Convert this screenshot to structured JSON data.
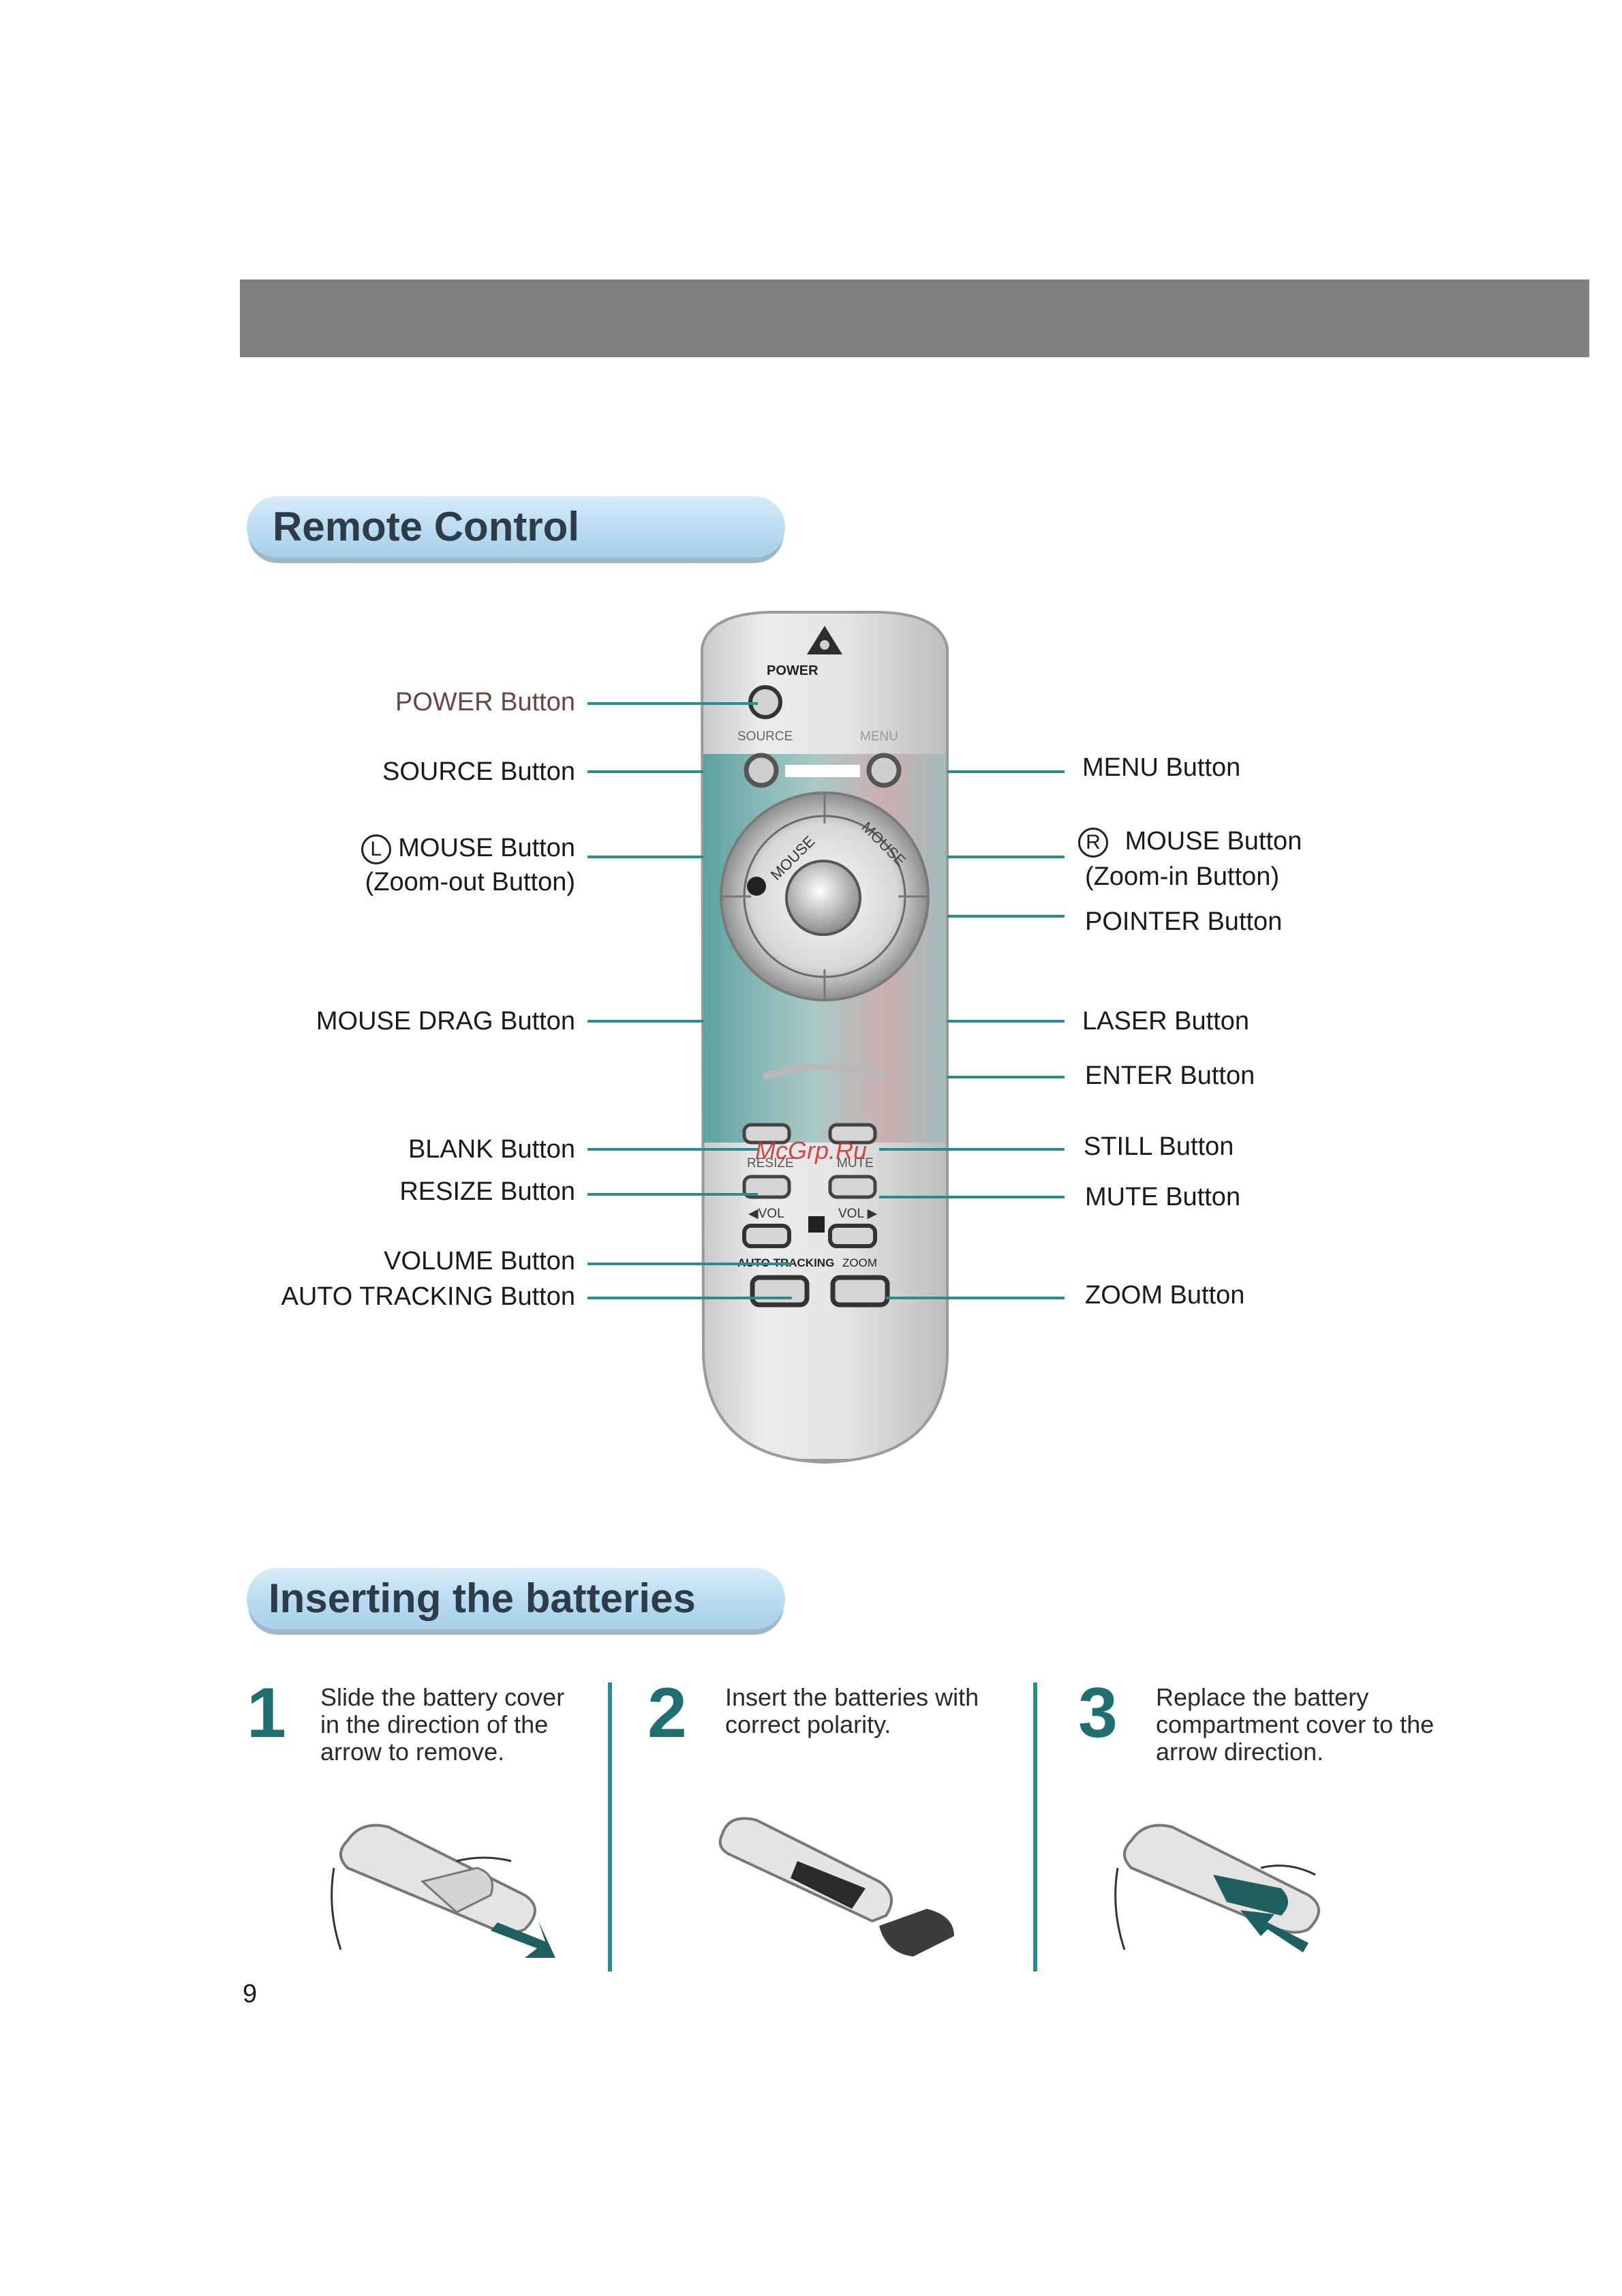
{
  "sections": {
    "remote_title": "Remote Control",
    "batteries_title": "Inserting the batteries"
  },
  "remote": {
    "labels_left": {
      "power": "POWER Button",
      "source": "SOURCE Button",
      "l_mouse": "MOUSE Button",
      "l_mouse_sub": "(Zoom-out Button)",
      "mouse_drag": "MOUSE DRAG Button",
      "blank": "BLANK Button",
      "resize": "RESIZE Button",
      "volume": "VOLUME Button",
      "auto_tracking": "AUTO TRACKING Button"
    },
    "labels_right": {
      "menu": "MENU Button",
      "r_mouse": "MOUSE Button",
      "r_mouse_sub": "(Zoom-in Button)",
      "pointer": "POINTER Button",
      "laser": "LASER Button",
      "enter": "ENTER Button",
      "still": "STILL Button",
      "mute": "MUTE Button",
      "zoom": "ZOOM Button"
    },
    "badges": {
      "left": "L",
      "right": "R"
    },
    "keys": {
      "power": "POWER",
      "source": "SOURCE",
      "menu": "MENU",
      "mouse_left": "MOUSE",
      "mouse_right": "MOUSE",
      "resize": "RESIZE",
      "mute": "MUTE",
      "vol_down": "◀VOL",
      "vol_up": "VOL ▶",
      "auto_tracking": "AUTO TRACKING",
      "zoom": "ZOOM"
    },
    "watermark": "McGrp.Ru"
  },
  "steps": [
    {
      "number": "1",
      "text": "Slide the battery cover in the direction of the arrow to remove."
    },
    {
      "number": "2",
      "text": "Insert the batteries with correct polarity."
    },
    {
      "number": "3",
      "text": "Replace the battery compartment cover to the arrow direction."
    }
  ],
  "page_number": "9",
  "colors": {
    "accent": "#2b8c8e",
    "header_bar": "#808080"
  }
}
